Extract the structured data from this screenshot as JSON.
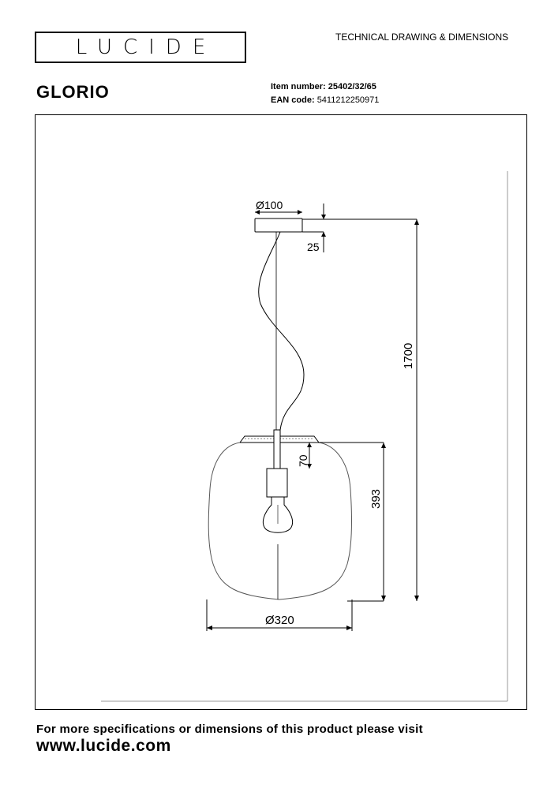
{
  "header": {
    "logo_text": "LUCIDE",
    "document_title": "TECHNICAL DRAWING & DIMENSIONS"
  },
  "product": {
    "name": "GLORIO",
    "item_number_label": "Item number:",
    "item_number": "25402/32/65",
    "ean_label": "EAN code:",
    "ean": "5411212250971"
  },
  "dimensions": {
    "canopy_diameter": "Ø100",
    "canopy_height": "25",
    "total_height": "1700",
    "socket_height": "70",
    "shade_height": "393",
    "shade_diameter": "Ø320"
  },
  "footer": {
    "note": "For more specifications or dimensions of this product please visit",
    "url": "www.lucide.com"
  }
}
